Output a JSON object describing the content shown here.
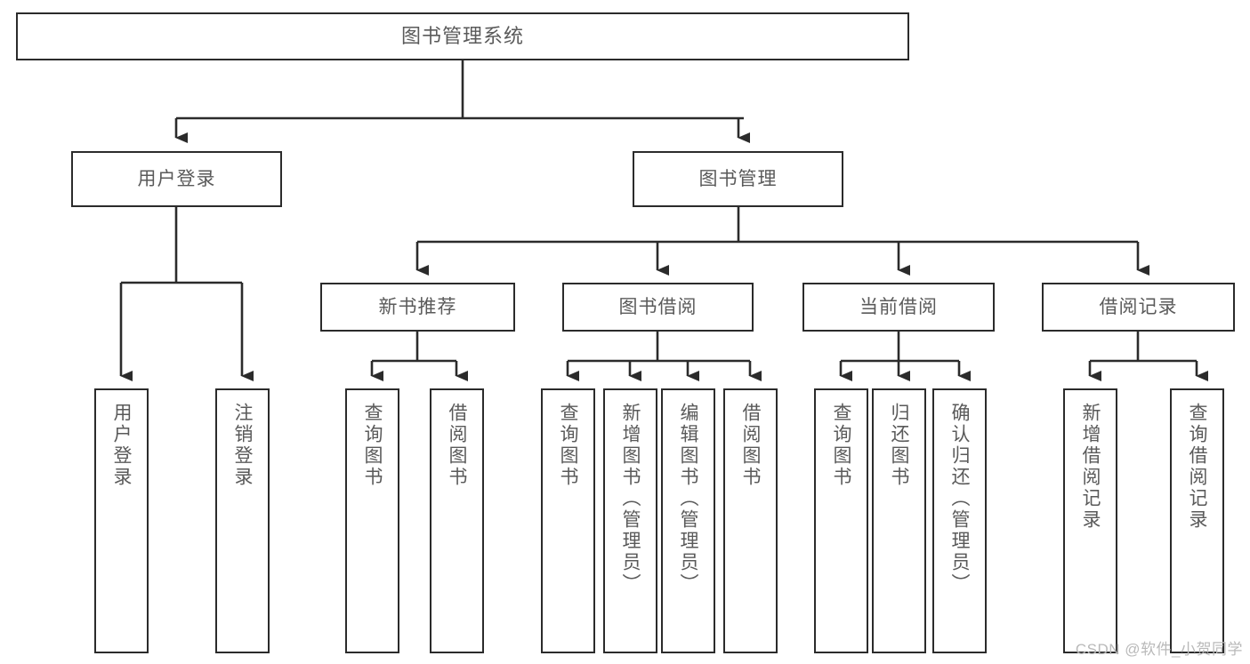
{
  "diagram": {
    "title": "图书管理系统",
    "type": "hierarchy-tree",
    "levels": 4,
    "root": {
      "label": "图书管理系统"
    },
    "level2": [
      {
        "label": "用户登录"
      },
      {
        "label": "图书管理"
      }
    ],
    "level3": [
      {
        "label": "新书推荐"
      },
      {
        "label": "图书借阅"
      },
      {
        "label": "当前借阅"
      },
      {
        "label": "借阅记录"
      }
    ],
    "leaves": {
      "user_login": [
        {
          "label": "用户登录"
        },
        {
          "label": "注销登录"
        }
      ],
      "new_book_recommend": [
        {
          "label": "查询图书"
        },
        {
          "label": "借阅图书"
        }
      ],
      "book_borrow": [
        {
          "label": "查询图书"
        },
        {
          "label": "新增图书（管理员）"
        },
        {
          "label": "编辑图书（管理员）"
        },
        {
          "label": "借阅图书"
        }
      ],
      "current_borrow": [
        {
          "label": "查询图书"
        },
        {
          "label": "归还图书"
        },
        {
          "label": "确认归还（管理员）"
        }
      ],
      "borrow_record": [
        {
          "label": "新增借阅记录"
        },
        {
          "label": "查询借阅记录"
        }
      ]
    }
  },
  "watermark": {
    "text": "CSDN @软件_小贺同学"
  },
  "colors": {
    "border": "#2b2b2b",
    "text": "#5a5a5a",
    "background": "#ffffff",
    "watermark": "#b9b9b9"
  }
}
